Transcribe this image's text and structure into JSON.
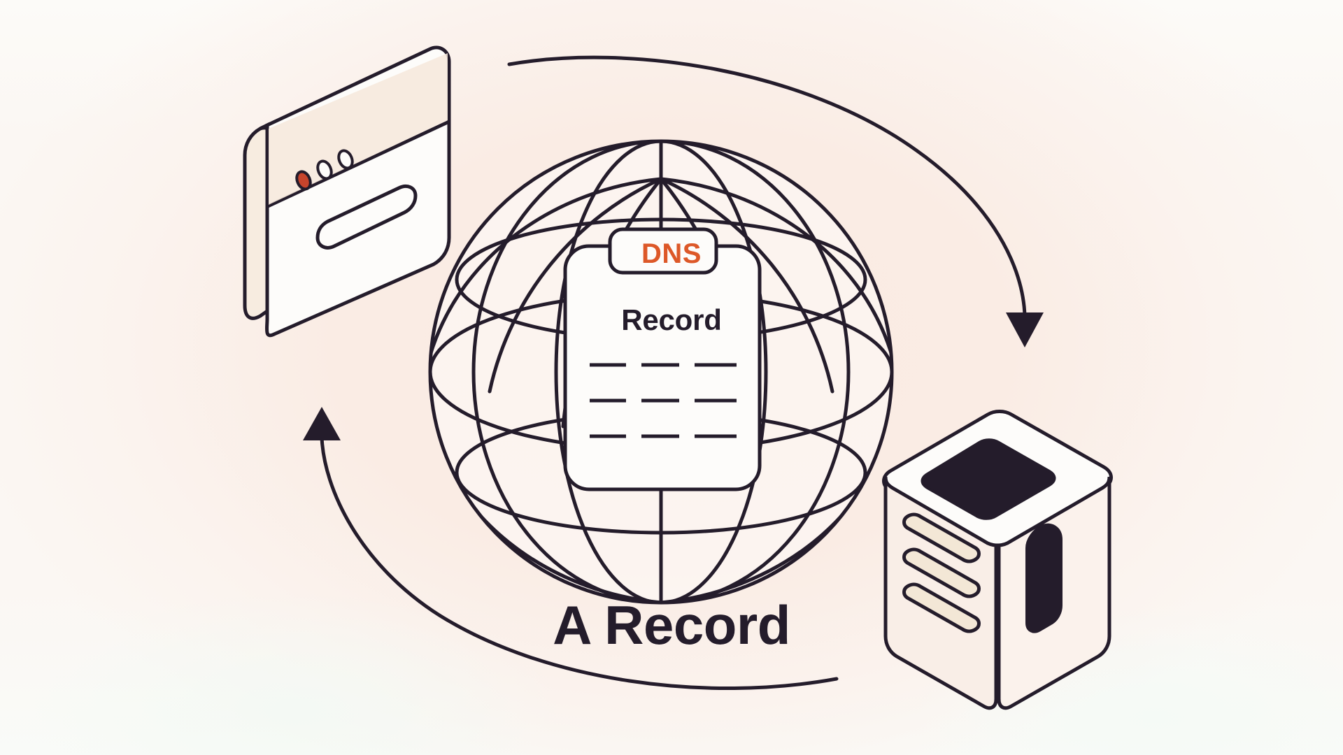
{
  "illustration": {
    "title": "A Record",
    "subject": "DNS A Record resolution diagram",
    "colors": {
      "ink": "#241c2b",
      "accent_orange": "#dd5828",
      "dot_red": "#c7442c",
      "canvas": "#fbfaf7",
      "wash_blush": "#faeae2",
      "paper_white": "#fdfcfa",
      "vent_beige": "#f3e7d6",
      "browser_titlebar": "#f6e8da"
    }
  },
  "globe": {
    "name": "globe",
    "description": "Wireframe globe with meridian and latitude lines"
  },
  "record_card": {
    "tab_label": "DNS",
    "heading": "Record",
    "line_rows": 3,
    "line_cols": 3
  },
  "browser_window": {
    "name": "isometric-browser-window",
    "traffic_lights": [
      {
        "name": "close-dot",
        "filled": true,
        "color": "#c7442c"
      },
      {
        "name": "minimize-dot",
        "filled": false
      },
      {
        "name": "maximize-dot",
        "filled": false
      }
    ],
    "url_bar": {
      "name": "url-bar",
      "value": ""
    }
  },
  "server": {
    "name": "isometric-server-box",
    "top_panel": {
      "name": "server-top-panel"
    },
    "vents": [
      {
        "name": "server-vent-1"
      },
      {
        "name": "server-vent-2"
      },
      {
        "name": "server-vent-3"
      }
    ],
    "side_panel": {
      "name": "server-side-panel"
    }
  },
  "arrows": [
    {
      "name": "arrow-browser-to-server",
      "direction": "clockwise",
      "from": "browser_window",
      "to": "server",
      "arrowhead": "down"
    },
    {
      "name": "arrow-server-to-browser",
      "direction": "counterclockwise",
      "from": "server",
      "to": "browser_window",
      "arrowhead": "up"
    }
  ]
}
